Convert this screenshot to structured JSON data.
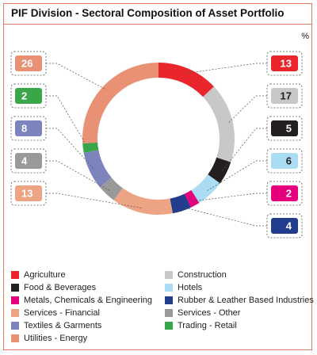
{
  "header": {
    "title": "PIF Division - Sectoral Composition of Asset Portfolio",
    "unit": "%"
  },
  "colors": {
    "frame": "#e07a5f",
    "leader": "#555555"
  },
  "chart_data": {
    "type": "pie",
    "donut": true,
    "title": "PIF Division - Sectoral Composition of Asset Portfolio",
    "unit": "%",
    "slices": [
      {
        "name": "Agriculture",
        "value": 13,
        "color": "#e8262b",
        "label_text_color": "#ffffff"
      },
      {
        "name": "Construction",
        "value": 17,
        "color": "#c8c8c8",
        "label_text_color": "#222222"
      },
      {
        "name": "Food & Beverages",
        "value": 5,
        "color": "#231f20",
        "label_text_color": "#ffffff"
      },
      {
        "name": "Hotels",
        "value": 6,
        "color": "#aadcf4",
        "label_text_color": "#222222"
      },
      {
        "name": "Metals, Chemicals & Engineering",
        "value": 2,
        "color": "#e5007e",
        "label_text_color": "#ffffff"
      },
      {
        "name": "Rubber & Leather Based Industries",
        "value": 4,
        "color": "#233d8e",
        "label_text_color": "#ffffff"
      },
      {
        "name": "Services - Financial",
        "value": 13,
        "color": "#eda485",
        "label_text_color": "#ffffff"
      },
      {
        "name": "Services - Other",
        "value": 4,
        "color": "#999999",
        "label_text_color": "#ffffff"
      },
      {
        "name": "Textiles & Garments",
        "value": 8,
        "color": "#7d83bd",
        "label_text_color": "#ffffff"
      },
      {
        "name": "Trading - Retail",
        "value": 2,
        "color": "#3aa64a",
        "label_text_color": "#ffffff"
      },
      {
        "name": "Utilities - Energy",
        "value": 26,
        "color": "#e89175",
        "label_text_color": "#ffffff"
      }
    ],
    "legend": [
      "Agriculture",
      "Construction",
      "Food & Beverages",
      "Hotels",
      "Metals, Chemicals & Engineering",
      "Rubber & Leather Based Industries",
      "Services - Financial",
      "Services - Other",
      "Textiles & Garments",
      "Trading - Retail",
      "Utilities - Energy"
    ]
  }
}
